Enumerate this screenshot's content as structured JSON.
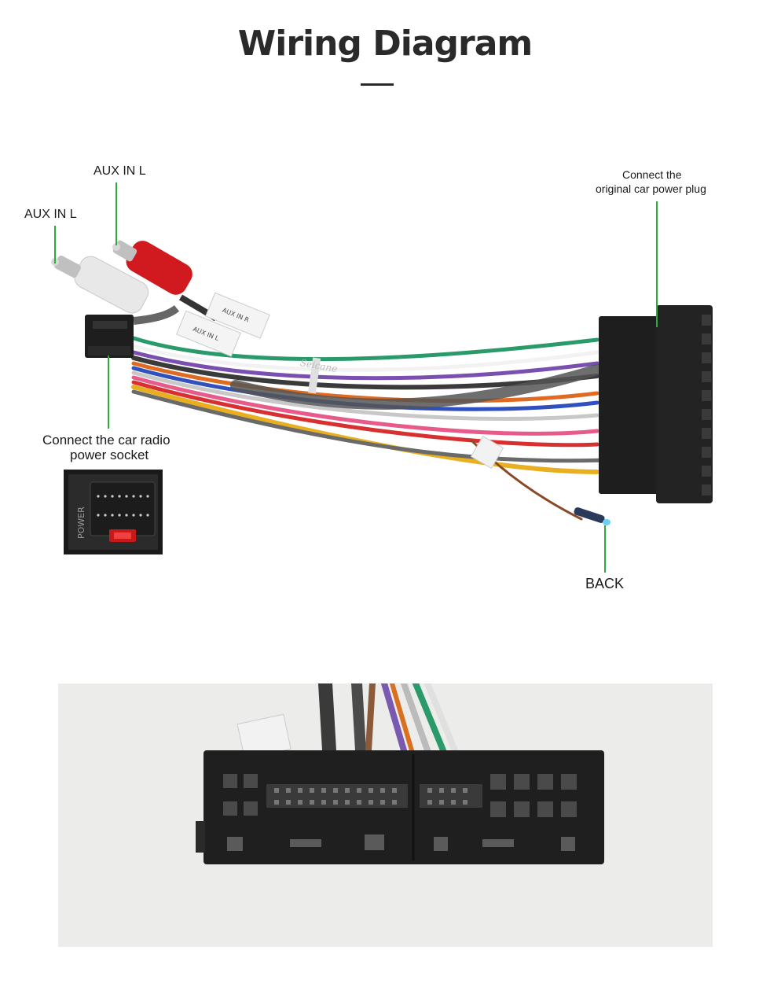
{
  "title": "Wiring Diagram",
  "labels": {
    "aux_left_top": "AUX IN L",
    "aux_left_side": "AUX IN L",
    "original_plug_line1": "Connect the",
    "original_plug_line2": "original car power plug",
    "radio_socket_line1": "Connect the car radio",
    "radio_socket_line2": "power socket",
    "back": "BACK"
  },
  "harness_tags": {
    "tag_aux_r": "AUX IN R",
    "tag_aux_l": "AUX IN L",
    "brand": "Seicane"
  },
  "socket_inset": {
    "vertical_label": "POWER"
  },
  "colors": {
    "lead_line": "#2eaa3c",
    "title": "#2a2a2a",
    "connector": "#1e1e1e",
    "rca_red": "#d01a20",
    "rca_white": "#e8e8e8"
  }
}
